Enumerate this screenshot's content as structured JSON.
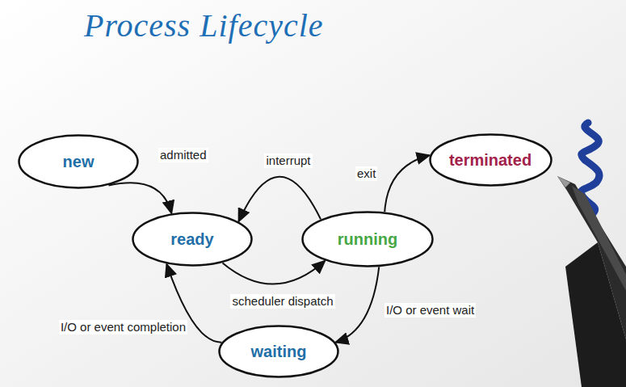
{
  "diagram": {
    "title": "Process Lifecycle",
    "nodes": [
      {
        "text": [
          "new"
        ]
      },
      {
        "text": [
          "terminated"
        ]
      },
      {
        "text": [
          "ready"
        ]
      },
      {
        "text": [
          "running"
        ]
      },
      {
        "text": [
          "waiting"
        ]
      }
    ],
    "edges": [
      {
        "from": 0,
        "to": 2,
        "arrow": "to",
        "label": "admitted"
      },
      {
        "from": 3,
        "to": 2,
        "arrow": "to",
        "label": "interrupt"
      },
      {
        "from": 2,
        "to": 3,
        "arrow": "to",
        "label": "scheduler dispatch"
      },
      {
        "from": 3,
        "to": 1,
        "arrow": "to",
        "label": "exit"
      },
      {
        "from": 3,
        "to": 4,
        "arrow": "to",
        "label": "I/O or event wait"
      },
      {
        "from": 4,
        "to": 2,
        "arrow": "to",
        "label": "I/O or event completion"
      }
    ]
  }
}
